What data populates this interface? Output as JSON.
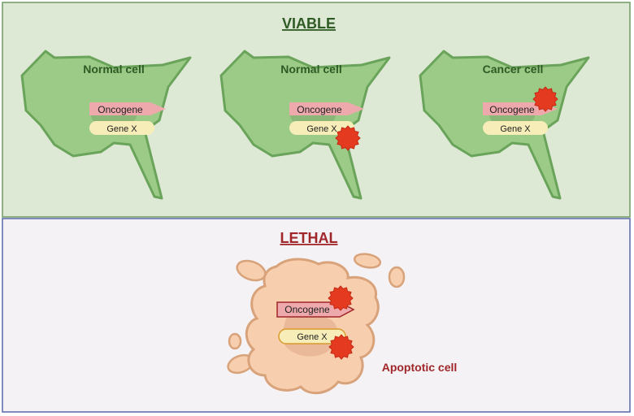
{
  "viable": {
    "title": "VIABLE",
    "background": "#dde8d5",
    "border": "#6f9a62",
    "cells": [
      {
        "label": "Normal cell",
        "oncogene": "Oncogene",
        "gene_x": "Gene X",
        "mutation_on": "none"
      },
      {
        "label": "Normal cell",
        "oncogene": "Oncogene",
        "gene_x": "Gene X",
        "mutation_on": "gene_x"
      },
      {
        "label": "Cancer cell",
        "oncogene": "Oncogene",
        "gene_x": "Gene X",
        "mutation_on": "oncogene"
      }
    ]
  },
  "lethal": {
    "title": "LETHAL",
    "background": "#f4f2f4",
    "border": "#5a66a8",
    "oncogene": "Oncogene",
    "gene_x": "Gene X",
    "cell_label": "Apoptotic cell"
  },
  "colors": {
    "viable_title": "#2e5a24",
    "lethal_title": "#a0262a",
    "cell_fill": "#9ccb88",
    "cell_stroke": "#5f9a4f",
    "nucleus": "#8ab778",
    "oncogene_fill": "#eea9ac",
    "gene_x_fill": "#f7edb8",
    "mutation": "#e43a1f",
    "apoptotic_fill": "#f8cfae",
    "apoptotic_stroke": "#d8a27a"
  }
}
